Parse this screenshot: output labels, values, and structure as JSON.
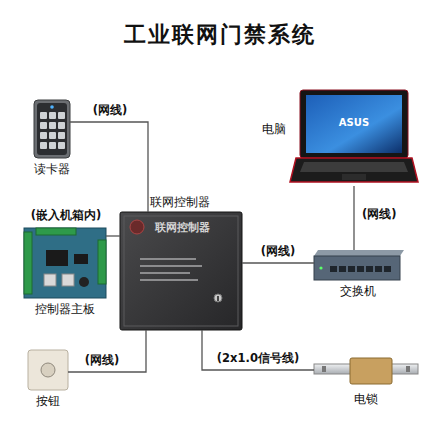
{
  "diagram": {
    "title": "工业联网门禁系统",
    "nodes": [
      {
        "text": [
          "读卡器"
        ]
      },
      {
        "text": [
          "控制器主板"
        ]
      },
      {
        "text": [
          "按钮"
        ]
      },
      {
        "text": [
          "联网控制器"
        ]
      },
      {
        "text": [
          "电脑"
        ]
      },
      {
        "text": [
          "交换机"
        ]
      },
      {
        "text": [
          "电锁"
        ]
      }
    ],
    "edges": [
      {
        "from": 0,
        "to": 3,
        "label": "(网线)",
        "arrow": "none"
      },
      {
        "from": 1,
        "to": 3,
        "label": "(嵌入机箱内)",
        "arrow": "none"
      },
      {
        "from": 2,
        "to": 3,
        "label": "(网线)",
        "arrow": "none"
      },
      {
        "from": 3,
        "to": 5,
        "label": "(网线)",
        "arrow": "none"
      },
      {
        "from": 5,
        "to": 4,
        "label": "(网线)",
        "arrow": "none"
      },
      {
        "from": 3,
        "to": 6,
        "label": "(2x1.0信号线)",
        "arrow": "none"
      }
    ],
    "labels": [
      "联网控制器",
      "ASUS"
    ]
  }
}
